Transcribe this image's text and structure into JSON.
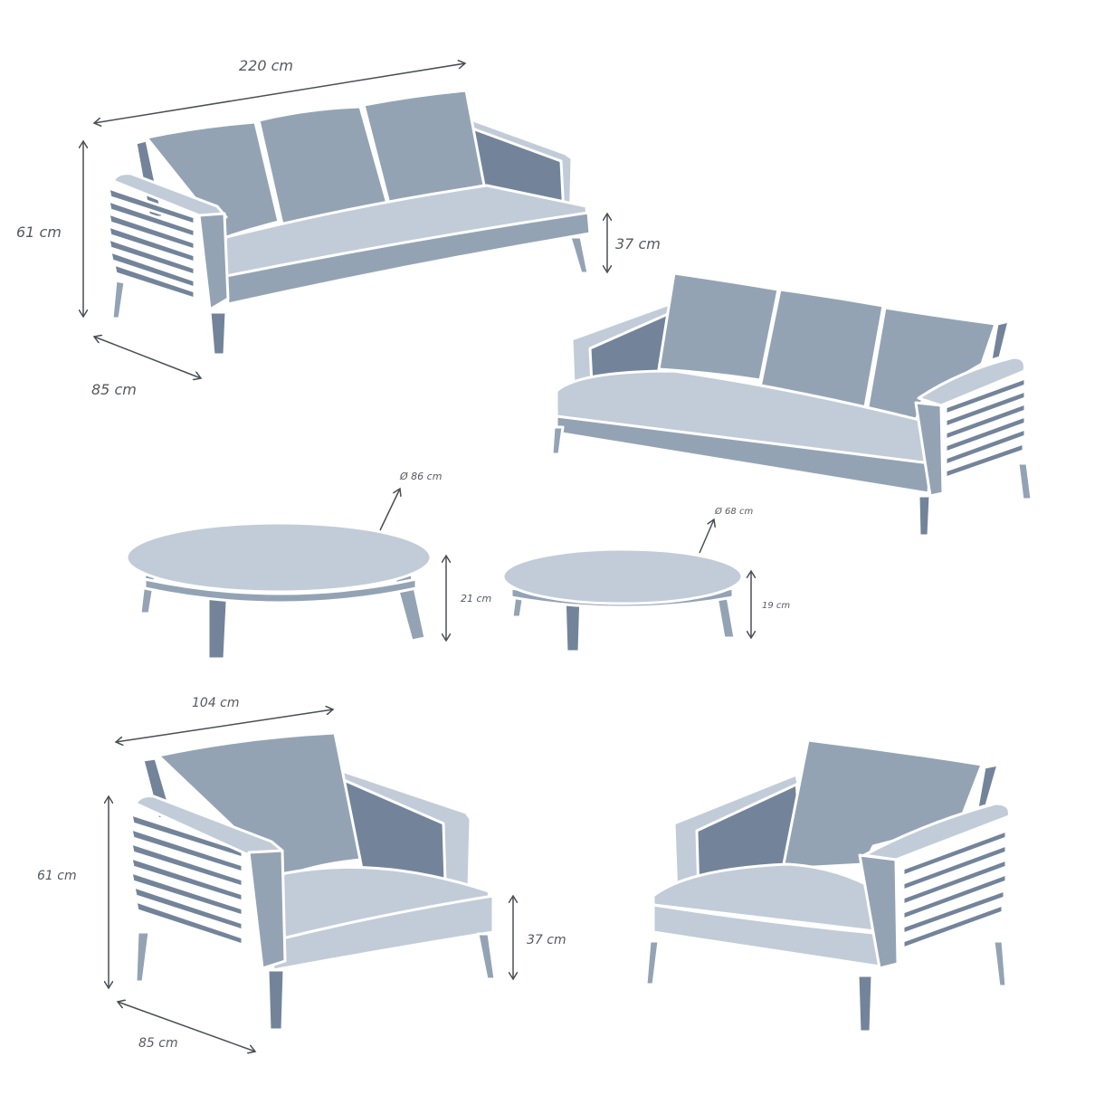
{
  "colors": {
    "backrest": "#94a3b4",
    "seat": "#c2ccd8",
    "dark": "#73849a",
    "outline": "#ffffff",
    "arrow": "#4a4f55",
    "text": "#555a60"
  },
  "sofa": {
    "width": "220 cm",
    "height": "61 cm",
    "seat_height": "37 cm",
    "depth": "85 cm"
  },
  "tables": {
    "large": {
      "diameter": "Ø 86 cm",
      "height": "21 cm"
    },
    "small": {
      "diameter": "Ø 68 cm",
      "height": "19 cm"
    }
  },
  "armchair": {
    "width": "104 cm",
    "height": "61 cm",
    "seat_height": "37 cm",
    "depth": "85 cm"
  }
}
